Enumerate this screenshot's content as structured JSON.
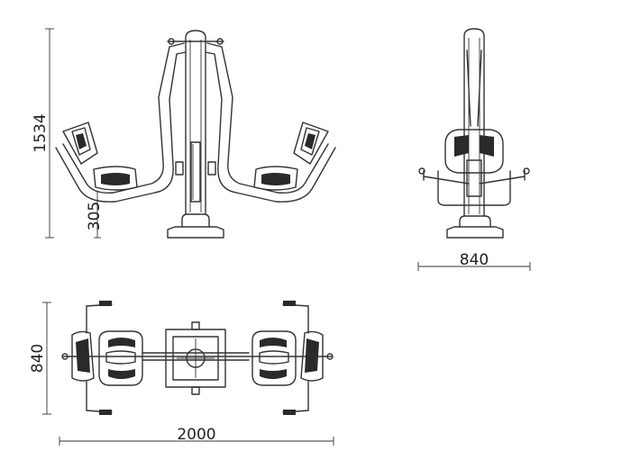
{
  "dimensions": {
    "height": "1534",
    "seat_height": "305",
    "side_width": "840",
    "plan_depth": "840",
    "plan_length": "2000"
  }
}
